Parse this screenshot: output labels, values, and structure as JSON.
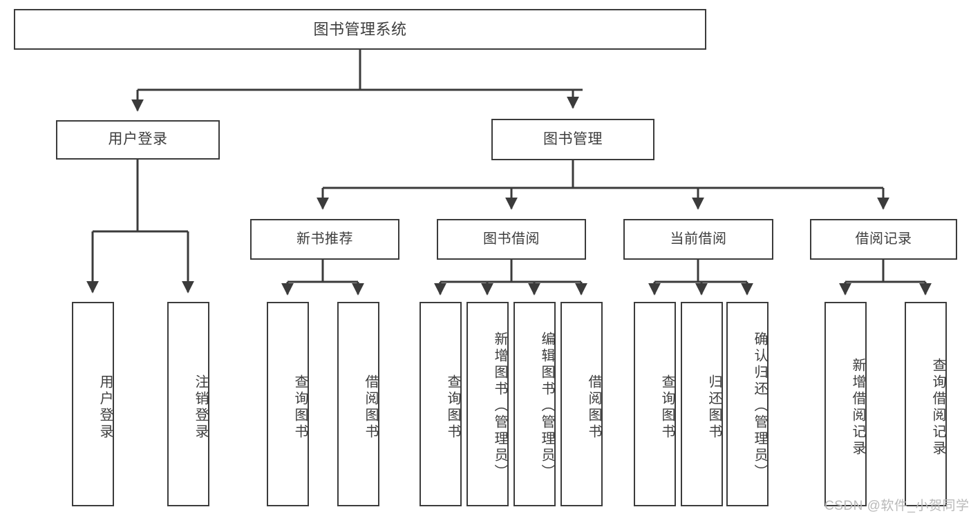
{
  "diagram": {
    "title": "图书管理系统",
    "type": "tree-hierarchy-chart",
    "root": {
      "label": "图书管理系统"
    },
    "level1": [
      {
        "label": "用户登录"
      },
      {
        "label": "图书管理"
      }
    ],
    "level2": [
      {
        "label": "新书推荐"
      },
      {
        "label": "图书借阅"
      },
      {
        "label": "当前借阅"
      },
      {
        "label": "借阅记录"
      }
    ],
    "leaves": {
      "user_login": [
        {
          "label": "用户登录"
        },
        {
          "label": "注销登录"
        }
      ],
      "new_book_recommend": [
        {
          "label": "查询图书"
        },
        {
          "label": "借阅图书"
        }
      ],
      "book_borrow": [
        {
          "label": "查询图书"
        },
        {
          "label": "新增图书（管理员）"
        },
        {
          "label": "编辑图书（管理员）"
        },
        {
          "label": "借阅图书"
        }
      ],
      "current_borrow": [
        {
          "label": "查询图书"
        },
        {
          "label": "归还图书"
        },
        {
          "label": "确认归还（管理员）"
        }
      ],
      "borrow_record": [
        {
          "label": "新增借阅记录"
        },
        {
          "label": "查询借阅记录"
        }
      ]
    },
    "watermark": "CSDN @软件_小贺同学",
    "colors": {
      "stroke": "#3b3b3b",
      "text": "#3d3d3d",
      "background": "#ffffff",
      "watermark": "#b9b9b9"
    }
  }
}
